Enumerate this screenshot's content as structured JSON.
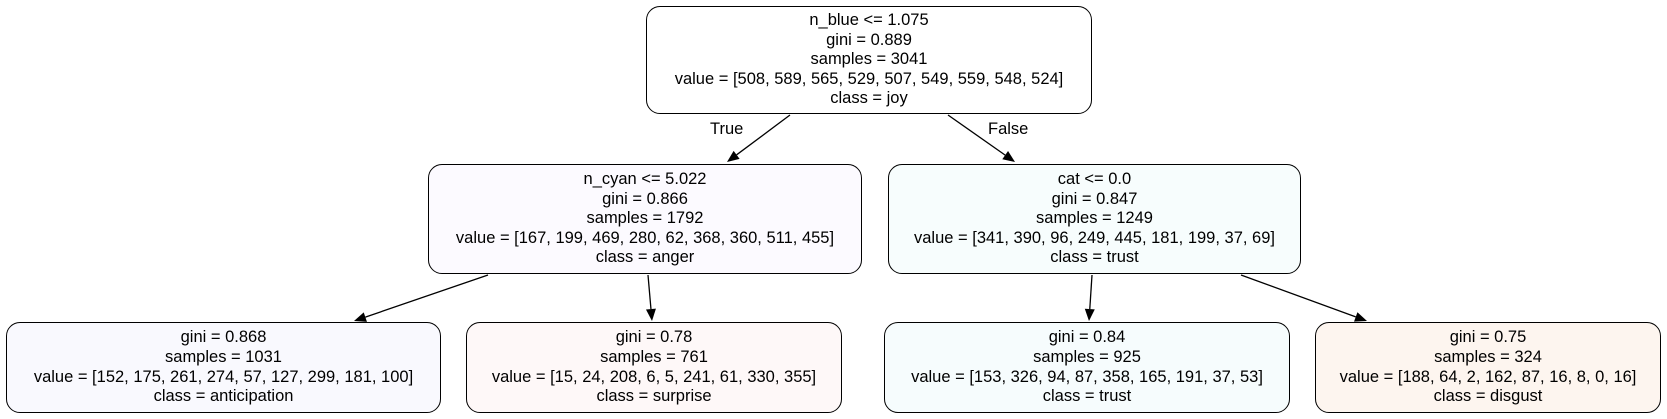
{
  "nodes": [
    {
      "id": "root",
      "lines": [
        "n_blue <= 1.075",
        "gini = 0.889",
        "samples = 3041",
        "value = [508, 589, 565, 529, 507, 549, 559, 548, 524]",
        "class = joy"
      ],
      "fill": "#ffffff"
    },
    {
      "id": "left",
      "lines": [
        "n_cyan <= 5.022",
        "gini = 0.866",
        "samples = 1792",
        "value = [167, 199, 469, 280, 62, 368, 360, 511, 455]",
        "class = anger"
      ],
      "fill": "#fcfaff"
    },
    {
      "id": "right",
      "lines": [
        "cat <= 0.0",
        "gini = 0.847",
        "samples = 1249",
        "value = [341, 390, 96, 249, 445, 181, 199, 37, 69]",
        "class = trust"
      ],
      "fill": "#f7fdfd"
    },
    {
      "id": "ll",
      "lines": [
        "gini = 0.868",
        "samples = 1031",
        "value = [152, 175, 261, 274, 57, 127, 299, 181, 100]",
        "class = anticipation"
      ],
      "fill": "#f9f9fe"
    },
    {
      "id": "lr",
      "lines": [
        "gini = 0.78",
        "samples = 761",
        "value = [15, 24, 208, 6, 5, 241, 61, 330, 355]",
        "class = surprise"
      ],
      "fill": "#fef8f8"
    },
    {
      "id": "rl",
      "lines": [
        "gini = 0.84",
        "samples = 925",
        "value = [153, 326, 94, 87, 358, 165, 191, 37, 53]",
        "class = trust"
      ],
      "fill": "#f6fcfd"
    },
    {
      "id": "rr",
      "lines": [
        "gini = 0.75",
        "samples = 324",
        "value = [188, 64, 2, 162, 87, 16, 8, 0, 16]",
        "class = disgust"
      ],
      "fill": "#fdf5ef"
    }
  ],
  "edges": [
    {
      "from": "root",
      "to": "left",
      "label": "True"
    },
    {
      "from": "root",
      "to": "right",
      "label": "False"
    },
    {
      "from": "left",
      "to": "ll",
      "label": ""
    },
    {
      "from": "left",
      "to": "lr",
      "label": ""
    },
    {
      "from": "right",
      "to": "rl",
      "label": ""
    },
    {
      "from": "right",
      "to": "rr",
      "label": ""
    }
  ]
}
